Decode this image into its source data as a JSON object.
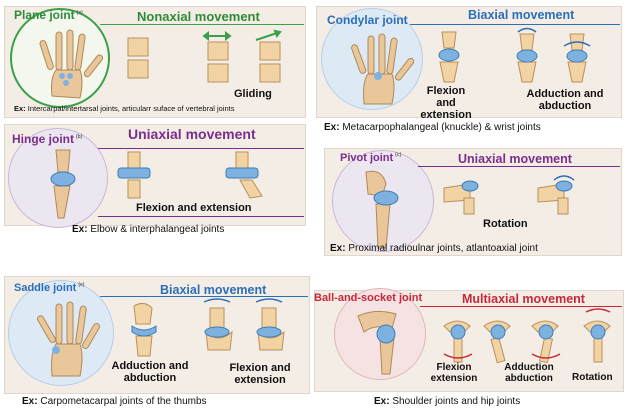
{
  "panels": {
    "plane": {
      "title": "Plane joint",
      "sub": "(a)",
      "movement": "Nonaxial movement",
      "captions": [
        "Gliding"
      ],
      "ex_prefix": "Ex:",
      "ex_text": "Intercarpal/intertarsal joints, articularr suface of vertebral joints",
      "colors": {
        "title": "#2e8b3a",
        "accent": "#3aa04a"
      }
    },
    "condylar": {
      "title": "Condylar joint",
      "movement": "Biaxial movement",
      "captions": [
        "Flexion and extension",
        "Adduction and abduction"
      ],
      "ex_prefix": "Ex:",
      "ex_text": "Metacarpophalangeal (knuckle) & wrist joints",
      "colors": {
        "title": "#2a6fb8",
        "accent": "#2a6fb8"
      }
    },
    "hinge": {
      "title": "Hinge joint",
      "sub": "(b)",
      "movement": "Uniaxial movement",
      "captions": [
        "Flexion and extension"
      ],
      "ex_prefix": "Ex:",
      "ex_text": "Elbow & interphalangeal joints",
      "colors": {
        "title": "#7a2e8c",
        "accent": "#7a2e8c"
      }
    },
    "pivot": {
      "title": "Pivot joint",
      "sub": "(c)",
      "movement": "Uniaxial movement",
      "captions": [
        "Rotation"
      ],
      "ex_prefix": "Ex:",
      "ex_text": "Proximal radioulnar joints, atlantoaxial joint",
      "colors": {
        "title": "#7a2e8c",
        "accent": "#7a2e8c"
      }
    },
    "saddle": {
      "title": "Saddle joint",
      "sub": "(e)",
      "movement": "Biaxial movement",
      "captions": [
        "Adduction and abduction",
        "Flexion and extension"
      ],
      "ex_prefix": "Ex:",
      "ex_text": "Carpometacarpal joints of the thumbs",
      "colors": {
        "title": "#2a6fb8",
        "accent": "#2a6fb8"
      }
    },
    "ball": {
      "title": "Ball-and-socket joint",
      "movement": "Multiaxial movement",
      "captions": [
        "Flexion extension",
        "Adduction abduction",
        "Rotation"
      ],
      "ex_prefix": "Ex:",
      "ex_text": "Shoulder joints and hip joints",
      "colors": {
        "title": "#c8283a",
        "accent": "#c8283a"
      }
    }
  }
}
